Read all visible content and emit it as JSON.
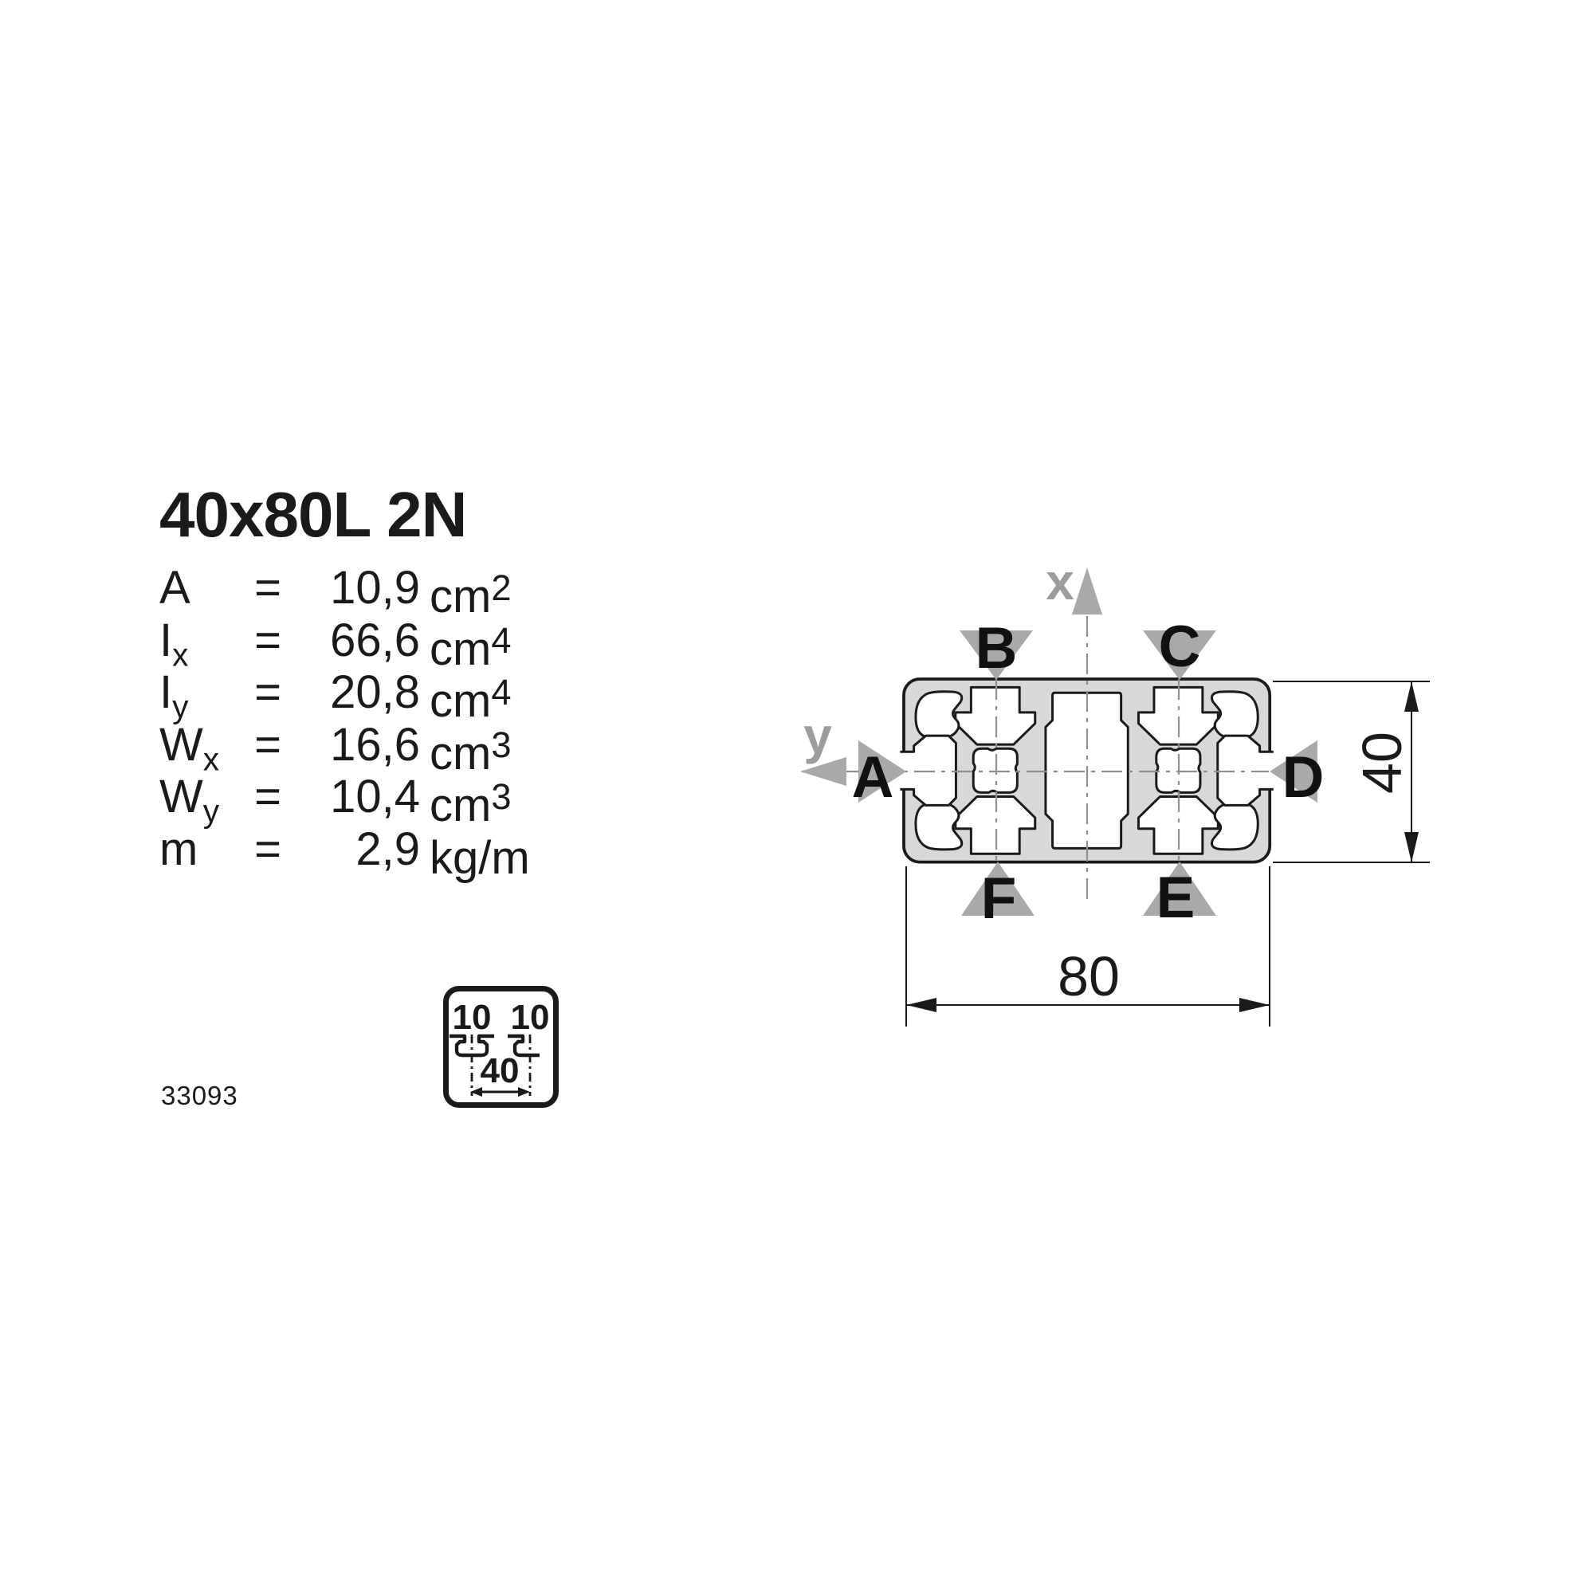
{
  "title": "40x80L 2N",
  "spec_table": {
    "equals": "=",
    "rows": [
      {
        "symbol": "A",
        "sub": "",
        "value": "10,9",
        "unit": "cm",
        "exponent": "2"
      },
      {
        "symbol": "I",
        "sub": "x",
        "value": "66,6",
        "unit": "cm",
        "exponent": "4"
      },
      {
        "symbol": "I",
        "sub": "y",
        "value": "20,8",
        "unit": "cm",
        "exponent": "4"
      },
      {
        "symbol": "W",
        "sub": "x",
        "value": "16,6",
        "unit": "cm",
        "exponent": "3"
      },
      {
        "symbol": "W",
        "sub": "y",
        "value": "10,4",
        "unit": "cm",
        "exponent": "3"
      },
      {
        "symbol": "m",
        "sub": "",
        "value": "2,9",
        "unit": "kg/m",
        "exponent": ""
      }
    ]
  },
  "figure_number": "33093",
  "badge": {
    "slot_labels": [
      "10",
      "10"
    ],
    "slot_spacing": "40"
  },
  "diagram": {
    "axis_labels": {
      "x": "x",
      "y": "y"
    },
    "slot_labels": {
      "a": "A",
      "b": "B",
      "c": "C",
      "d": "D",
      "e": "E",
      "f": "F"
    },
    "dimensions": {
      "width": "80",
      "height": "40"
    }
  },
  "colors": {
    "outline": "#1a1a1a",
    "material_fill": "#d8d8d8",
    "cavity_fill": "#ffffff",
    "centerline_gray": "#8f8f8f",
    "arrow_gray": "#a9a9a9",
    "axis_label_gray": "#9c9c9c"
  }
}
